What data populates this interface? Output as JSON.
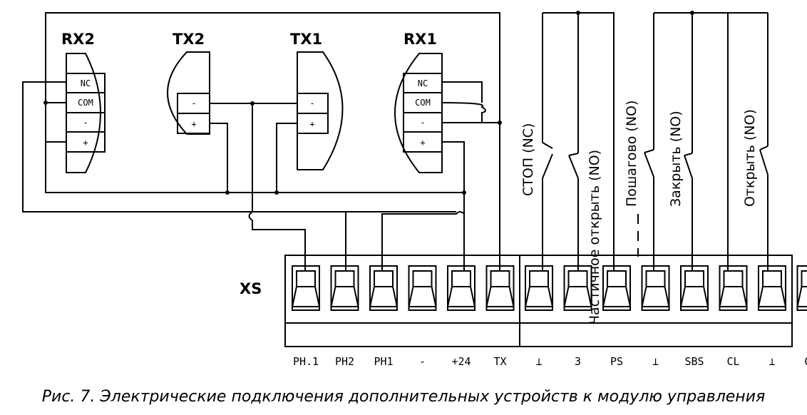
{
  "devices": {
    "rx2": {
      "label": "RX2",
      "terminals": [
        "NC",
        "COM",
        "-",
        "+"
      ]
    },
    "tx2": {
      "label": "TX2",
      "terminals": [
        "-",
        "+"
      ]
    },
    "tx1": {
      "label": "TX1",
      "terminals": [
        "-",
        "+"
      ]
    },
    "rx1": {
      "label": "RX1",
      "terminals": [
        "NC",
        "COM",
        "-",
        "+"
      ]
    }
  },
  "connector": {
    "label": "XS",
    "pins": [
      "PH.1",
      "PH2",
      "PH1",
      "-",
      "+24",
      "TX",
      "⊥",
      "3",
      "PS",
      "⊥",
      "SBS",
      "CL",
      "⊥",
      "OP"
    ]
  },
  "switches": [
    {
      "label": "СТОП (NC)"
    },
    {
      "label": "Частичное открыть (NO)"
    },
    {
      "label": "Пошагово (NO)"
    },
    {
      "label": "Закрыть (NO)"
    },
    {
      "label": "Открыть (NO)"
    }
  ],
  "caption": "Рис. 7. Электрические подключения дополнительных устройств к модулю управления"
}
